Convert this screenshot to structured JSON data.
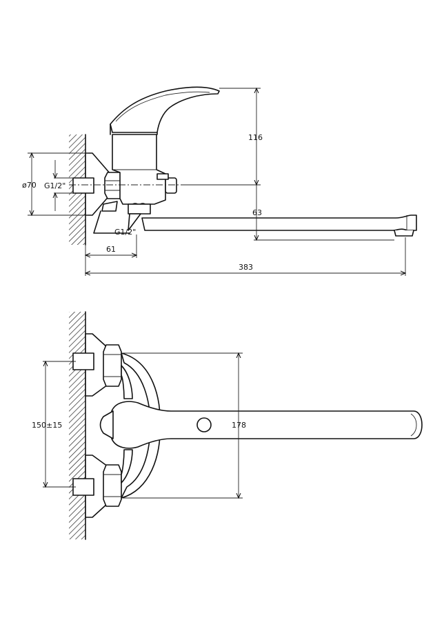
{
  "drawing": {
    "side_view": {
      "dim_height": "116",
      "dim_diameter": "ø70",
      "dim_thread_inlet": "G1/2\"",
      "dim_thread_outlet": "G1/2\"",
      "dim_spout_height": "63",
      "dim_offset": "61",
      "dim_total_length": "383"
    },
    "top_view": {
      "dim_center_distance": "150±15",
      "dim_width": "178"
    }
  }
}
